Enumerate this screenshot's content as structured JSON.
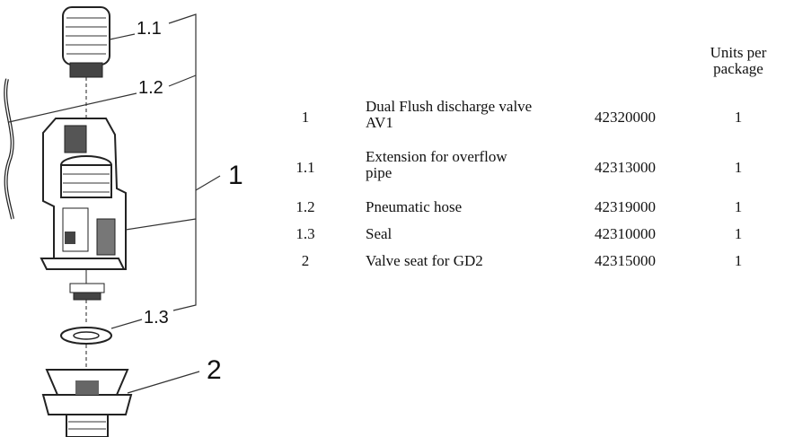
{
  "diagram": {
    "callouts": [
      {
        "id": "1.1",
        "label": "1.1"
      },
      {
        "id": "1.2",
        "label": "1.2"
      },
      {
        "id": "1",
        "label": "1"
      },
      {
        "id": "1.3",
        "label": "1.3"
      },
      {
        "id": "2",
        "label": "2"
      }
    ]
  },
  "table": {
    "units_header": [
      "Units per",
      "package"
    ],
    "rows": [
      {
        "no": "1",
        "desc": [
          "Dual Flush discharge valve",
          "AV1"
        ],
        "article": "42320000",
        "units": "1"
      },
      {
        "no": "1.1",
        "desc": [
          "Extension for overflow",
          "pipe"
        ],
        "article": "42313000",
        "units": "1"
      },
      {
        "no": "1.2",
        "desc": [
          "Pneumatic hose"
        ],
        "article": "42319000",
        "units": "1"
      },
      {
        "no": "1.3",
        "desc": [
          "Seal"
        ],
        "article": "42310000",
        "units": "1"
      },
      {
        "no": "2",
        "desc": [
          "Valve seat for GD2"
        ],
        "article": "42315000",
        "units": "1"
      }
    ]
  }
}
